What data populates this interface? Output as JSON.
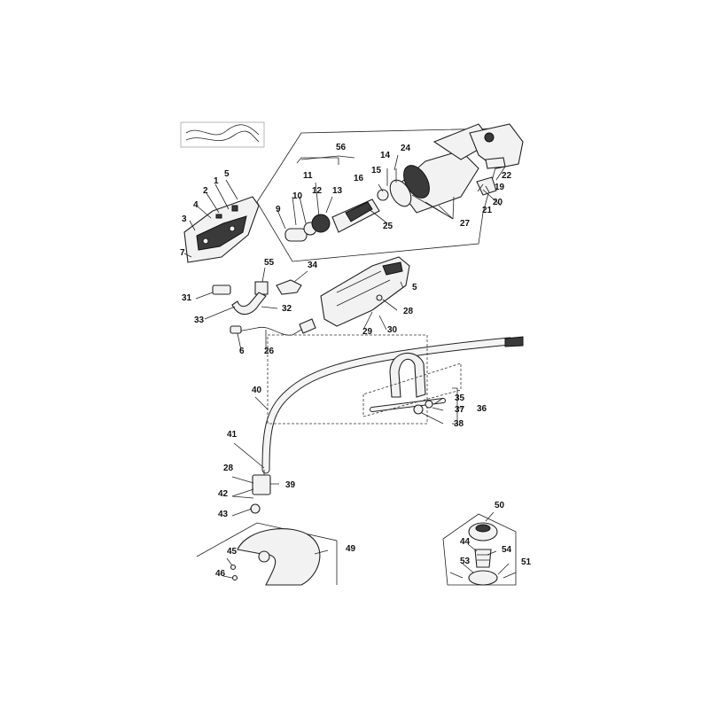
{
  "callouts": [
    "1",
    "2",
    "3",
    "4",
    "5",
    "6",
    "7",
    "9",
    "10",
    "11",
    "12",
    "13",
    "14",
    "15",
    "16",
    "19",
    "20",
    "21",
    "22",
    "24",
    "25",
    "26",
    "27",
    "28",
    "29",
    "30",
    "31",
    "32",
    "33",
    "34",
    "35",
    "36",
    "37",
    "38",
    "39",
    "40",
    "41",
    "42",
    "43",
    "44",
    "45",
    "46",
    "49",
    "50",
    "51",
    "53",
    "54",
    "55",
    "56"
  ],
  "colors": {
    "ink": "#222222",
    "fill": "#f2f2f2",
    "dark": "#3a3a3a"
  }
}
